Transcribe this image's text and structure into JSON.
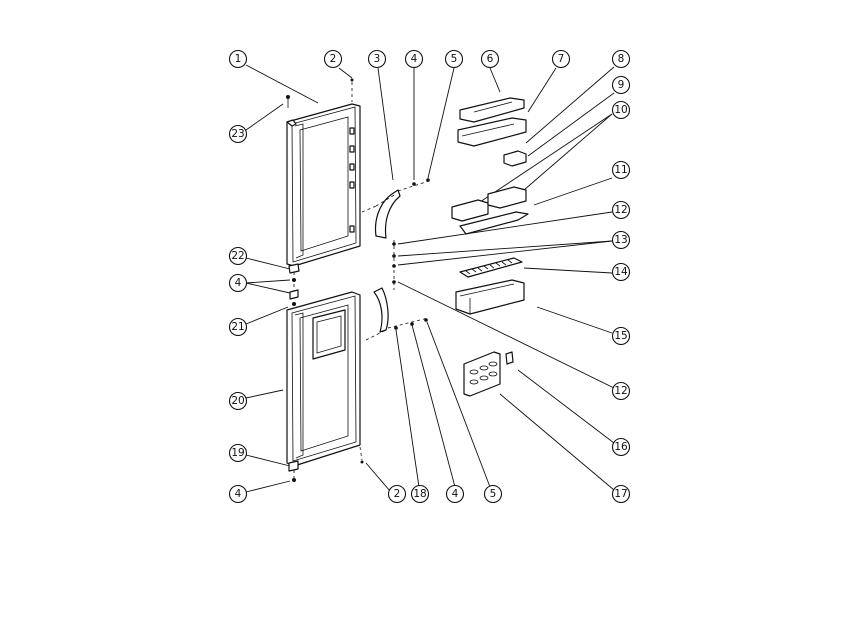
{
  "diagram": {
    "callouts": [
      {
        "id": "c1",
        "label": "1"
      },
      {
        "id": "c2a",
        "label": "2"
      },
      {
        "id": "c3",
        "label": "3"
      },
      {
        "id": "c4a",
        "label": "4"
      },
      {
        "id": "c5a",
        "label": "5"
      },
      {
        "id": "c6",
        "label": "6"
      },
      {
        "id": "c7",
        "label": "7"
      },
      {
        "id": "c8",
        "label": "8"
      },
      {
        "id": "c9",
        "label": "9"
      },
      {
        "id": "c10",
        "label": "10"
      },
      {
        "id": "c11",
        "label": "11"
      },
      {
        "id": "c12a",
        "label": "12"
      },
      {
        "id": "c13",
        "label": "13"
      },
      {
        "id": "c14",
        "label": "14"
      },
      {
        "id": "c15",
        "label": "15"
      },
      {
        "id": "c12b",
        "label": "12"
      },
      {
        "id": "c16",
        "label": "16"
      },
      {
        "id": "c17",
        "label": "17"
      },
      {
        "id": "c23",
        "label": "23"
      },
      {
        "id": "c22",
        "label": "22"
      },
      {
        "id": "c4b",
        "label": "4"
      },
      {
        "id": "c21",
        "label": "21"
      },
      {
        "id": "c20",
        "label": "20"
      },
      {
        "id": "c19",
        "label": "19"
      },
      {
        "id": "c4c",
        "label": "4"
      },
      {
        "id": "c2b",
        "label": "2"
      },
      {
        "id": "c18",
        "label": "18"
      },
      {
        "id": "c4d",
        "label": "4"
      },
      {
        "id": "c5b",
        "label": "5"
      }
    ]
  }
}
